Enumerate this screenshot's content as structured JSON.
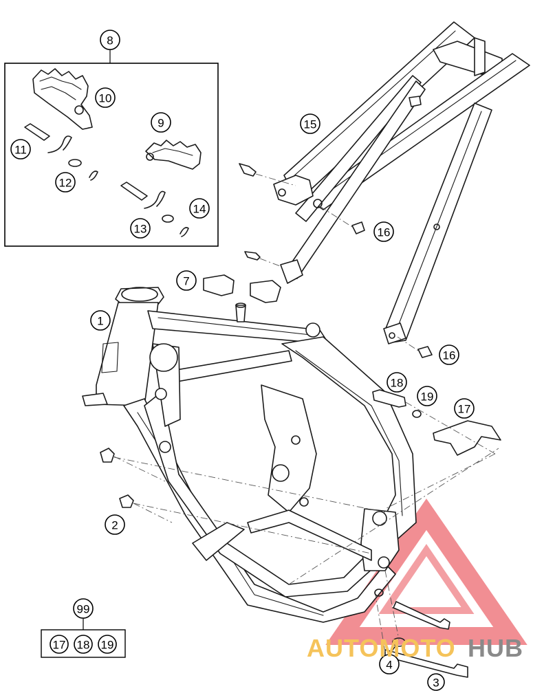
{
  "callouts": {
    "c1": "1",
    "c2": "2",
    "c3": "3",
    "c4": "4",
    "c7": "7",
    "c8": "8",
    "c9": "9",
    "c10": "10",
    "c11": "11",
    "c12": "12",
    "c13": "13",
    "c14": "14",
    "c15": "15",
    "c16a": "16",
    "c16b": "16",
    "c17": "17",
    "c18": "18",
    "c19": "19",
    "c99": "99",
    "kit_17": "17",
    "kit_18": "18",
    "kit_19": "19"
  },
  "watermark": {
    "word_a": "AUTOMOTO",
    "word_b": "HUB",
    "color_a": "#f5c35a",
    "color_b": "#8a8a8a",
    "logo_color": "#e8434b"
  }
}
